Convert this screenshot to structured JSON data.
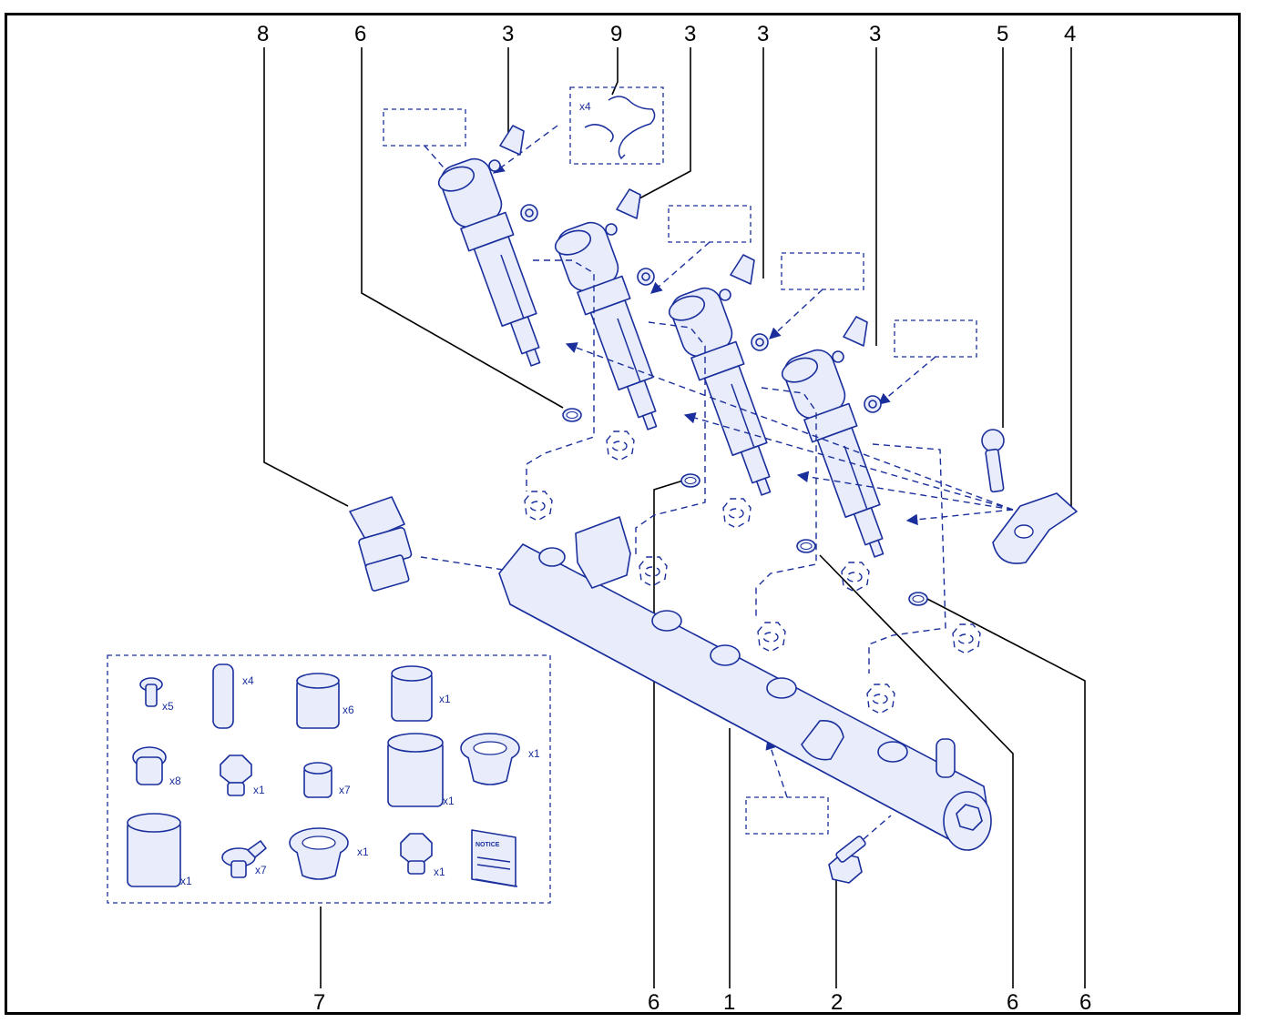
{
  "callouts": [
    {
      "id": "c8",
      "label": "8"
    },
    {
      "id": "c6a",
      "label": "6"
    },
    {
      "id": "c3a",
      "label": "3"
    },
    {
      "id": "c9",
      "label": "9"
    },
    {
      "id": "c3b",
      "label": "3"
    },
    {
      "id": "c3c",
      "label": "3"
    },
    {
      "id": "c3d",
      "label": "3"
    },
    {
      "id": "c5",
      "label": "5"
    },
    {
      "id": "c4",
      "label": "4"
    },
    {
      "id": "c7",
      "label": "7"
    },
    {
      "id": "c6b",
      "label": "6"
    },
    {
      "id": "c1",
      "label": "1"
    },
    {
      "id": "c2",
      "label": "2"
    },
    {
      "id": "c6c",
      "label": "6"
    },
    {
      "id": "c6d",
      "label": "6"
    }
  ],
  "clip_quantity": "x4",
  "kit_items": [
    {
      "id": "k1",
      "qty": "x5"
    },
    {
      "id": "k2",
      "qty": "x4"
    },
    {
      "id": "k3",
      "qty": "x6"
    },
    {
      "id": "k4",
      "qty": "x1"
    },
    {
      "id": "k5",
      "qty": "x8"
    },
    {
      "id": "k6",
      "qty": "x1"
    },
    {
      "id": "k7",
      "qty": "x7"
    },
    {
      "id": "k8",
      "qty": "x1"
    },
    {
      "id": "k9",
      "qty": "x1"
    },
    {
      "id": "k10",
      "qty": "x1"
    },
    {
      "id": "k11",
      "qty": "x7"
    },
    {
      "id": "k12",
      "qty": "x1"
    },
    {
      "id": "k13",
      "qty": "x1"
    }
  ],
  "notice_label": "NOTICE",
  "colors": {
    "line_art": "#1a2f9c",
    "fill": "#e8ecfb",
    "leader": "#000000",
    "frame": "#000000"
  }
}
